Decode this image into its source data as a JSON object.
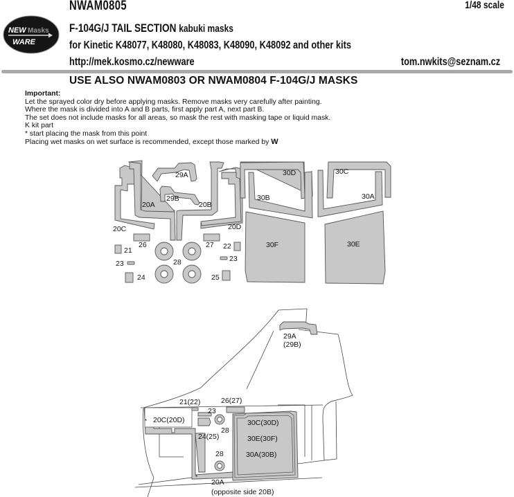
{
  "header": {
    "product_code": "NWAM0805",
    "scale": "1/48 scale",
    "title_main": "F-104G/J TAIL SECTION",
    "title_sub": "kabuki masks",
    "compatible_kits": "for Kinetic K48077, K48080, K48083, K48090, K48092 and other kits",
    "website": "http://mek.kosmo.cz/newware",
    "email": "tom.nwkits@seznam.cz",
    "logo": {
      "line1_word1": "NEW",
      "line1_word2": "Masks",
      "line2": "WARE",
      "icon": "arrow-right-icon"
    }
  },
  "see_also": "USE ALSO NWAM0803 OR NWAM0804 F-104G/J MASKS",
  "instructions": {
    "heading": "Important:",
    "lines": [
      "Let the sprayed color dry before applying masks. Remove masks very carefully after painting.",
      "Where the mask is divided into A and B parts, first apply part A, next part B.",
      "The set does not include masks for all areas, so mask the rest with masking tape or liquid mask.",
      "K kit part",
      "*  start placing the mask from this point",
      "Placing wet masks on wet surface is recommended, except those marked by"
    ],
    "wet_symbol": "W"
  },
  "mask_sheet": {
    "fill_color": "#c8c8c8",
    "outline_color": "#555555",
    "parts": [
      {
        "id": "20A",
        "label": "20A"
      },
      {
        "id": "20B",
        "label": "20B"
      },
      {
        "id": "20C",
        "label": "20C"
      },
      {
        "id": "20D",
        "label": "20D"
      },
      {
        "id": "21",
        "label": "21"
      },
      {
        "id": "22",
        "label": "22"
      },
      {
        "id": "23a",
        "label": "23"
      },
      {
        "id": "23b",
        "label": "23"
      },
      {
        "id": "24",
        "label": "24"
      },
      {
        "id": "25",
        "label": "25"
      },
      {
        "id": "26",
        "label": "26"
      },
      {
        "id": "27",
        "label": "27"
      },
      {
        "id": "28",
        "label": "28"
      },
      {
        "id": "29A",
        "label": "29A"
      },
      {
        "id": "29B",
        "label": "29B"
      },
      {
        "id": "30A",
        "label": "30A"
      },
      {
        "id": "30B",
        "label": "30B"
      },
      {
        "id": "30C",
        "label": "30C"
      },
      {
        "id": "30D",
        "label": "30D"
      },
      {
        "id": "30E",
        "label": "30E"
      },
      {
        "id": "30F",
        "label": "30F"
      }
    ]
  },
  "placement_diagram": {
    "labels": {
      "p29": "29A",
      "p29b": "(29B)",
      "p21": "21(22)",
      "p26": "26(27)",
      "p23": "23",
      "p20c": "20C(20D)",
      "p28a": "28",
      "p24": "24(25)",
      "p28b": "28",
      "p30c": "30C(30D)",
      "p30e": "30E(30F)",
      "p30a": "30A(30B)",
      "p20a": "20A",
      "p20a_note": "(opposite side 20B)",
      "start_mark": "*"
    }
  }
}
